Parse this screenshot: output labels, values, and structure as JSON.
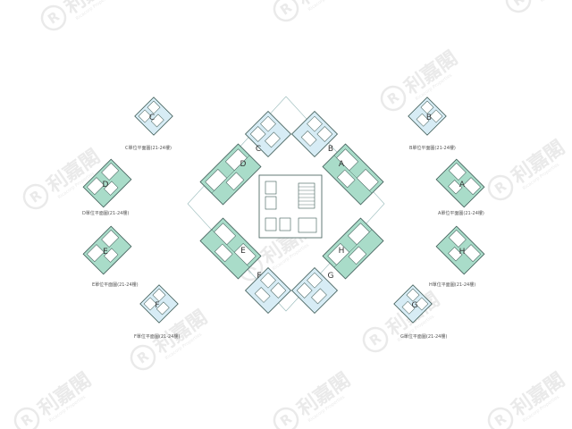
{
  "watermark": {
    "brand": "利嘉閣",
    "sub": "Ricacorp Properties",
    "logo_letter": "R"
  },
  "colors": {
    "teal": "#a9dcc9",
    "blue": "#d7ecf5",
    "line": "#3d5a55",
    "watermark": "#d9d9d9"
  },
  "main_plan": {
    "units": [
      "A",
      "B",
      "C",
      "D",
      "E",
      "F",
      "G",
      "H"
    ]
  },
  "side_plans": [
    {
      "letter": "C",
      "caption": "C單位平面圖(21-24樓)",
      "tint": "blue"
    },
    {
      "letter": "B",
      "caption": "B單位平面圖(21-24樓)",
      "tint": "blue"
    },
    {
      "letter": "D",
      "caption": "D單位平面圖(21-24樓)",
      "tint": "teal"
    },
    {
      "letter": "A",
      "caption": "A單位平面圖(21-24樓)",
      "tint": "teal"
    },
    {
      "letter": "E",
      "caption": "E單位平面圖(21-24樓)",
      "tint": "teal"
    },
    {
      "letter": "H",
      "caption": "H單位平面圖(21-24樓)",
      "tint": "teal"
    },
    {
      "letter": "F",
      "caption": "F單位平面圖(21-24樓)",
      "tint": "blue"
    },
    {
      "letter": "G",
      "caption": "G單位平面圖(21-24樓)",
      "tint": "blue"
    }
  ]
}
